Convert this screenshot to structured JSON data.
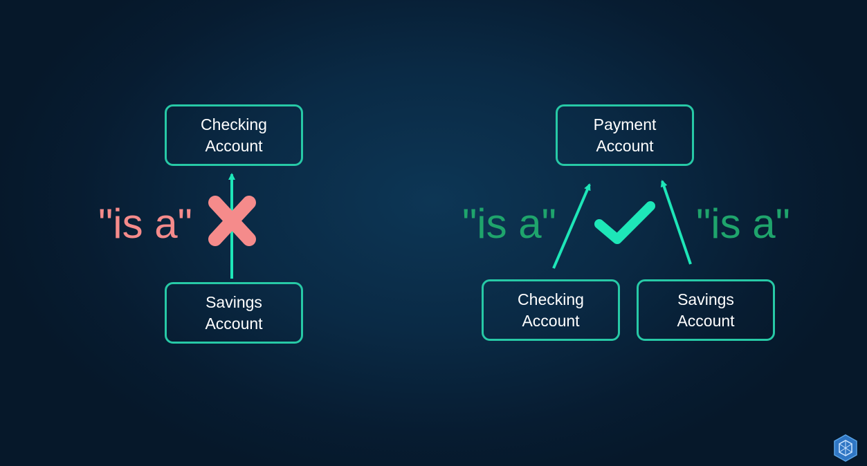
{
  "colors": {
    "accent": "#27c9a6",
    "arrow": "#1ee6b8",
    "negative": "#f58b8b",
    "positive": "#1fa46c",
    "text": "#ffffff"
  },
  "left_panel": {
    "top_box": {
      "line1": "Checking",
      "line2": "Account"
    },
    "bottom_box": {
      "line1": "Savings",
      "line2": "Account"
    },
    "relation_label": "\"is a\"",
    "verdict_icon": "cross-icon"
  },
  "right_panel": {
    "top_box": {
      "line1": "Payment",
      "line2": "Account"
    },
    "bottom_left_box": {
      "line1": "Checking",
      "line2": "Account"
    },
    "bottom_right_box": {
      "line1": "Savings",
      "line2": "Account"
    },
    "relation_label_left": "\"is a\"",
    "relation_label_right": "\"is a\"",
    "verdict_icon": "checkmark-icon"
  },
  "logo_icon": "hexagon-logo-icon"
}
